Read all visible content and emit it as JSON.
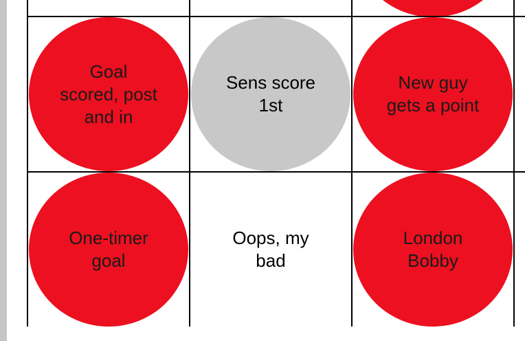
{
  "board": {
    "colors": {
      "marked": "#ec1020",
      "free": "#c8c8c8",
      "grid_line": "#000000"
    },
    "rows": [
      {
        "cells": [
          {
            "text": "",
            "state": "none"
          },
          {
            "text": "",
            "state": "none"
          },
          {
            "text": "",
            "state": "marked-partial"
          },
          {
            "text": "",
            "state": "none"
          }
        ]
      },
      {
        "cells": [
          {
            "text": "Goal\nscored, post\nand in",
            "state": "marked"
          },
          {
            "text": "Sens score\n1st",
            "state": "free"
          },
          {
            "text": "New guy\ngets a point",
            "state": "marked"
          },
          {
            "text": "",
            "state": "none"
          }
        ]
      },
      {
        "cells": [
          {
            "text": "One-timer\ngoal",
            "state": "marked"
          },
          {
            "text": "Oops, my\nbad",
            "state": "unmarked"
          },
          {
            "text": "London\nBobby",
            "state": "marked"
          },
          {
            "text": "",
            "state": "none"
          }
        ]
      }
    ]
  }
}
